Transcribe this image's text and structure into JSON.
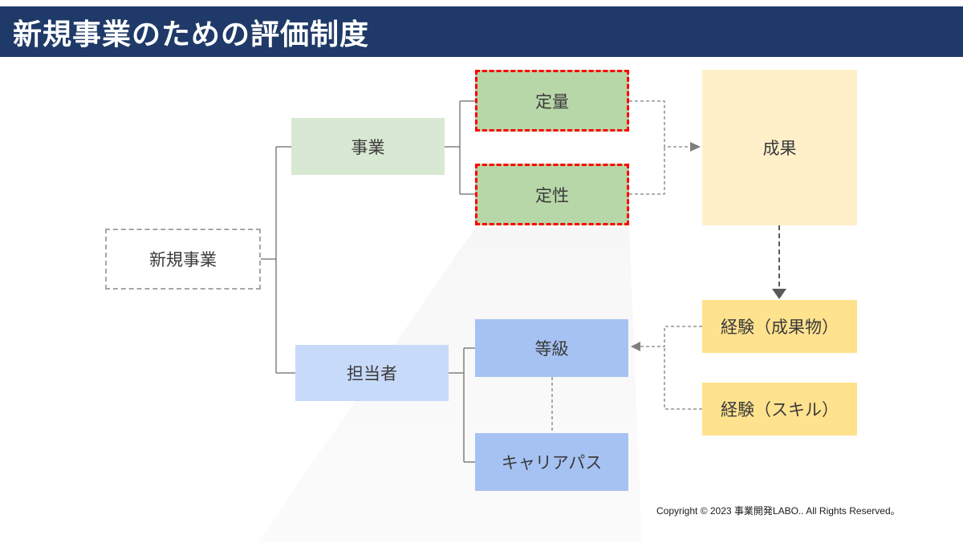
{
  "header": {
    "title": "新規事業のための評価制度"
  },
  "nodes": {
    "shinki": {
      "label": "新規事業"
    },
    "jigyo": {
      "label": "事業"
    },
    "teiryo": {
      "label": "定量"
    },
    "teisei": {
      "label": "定性"
    },
    "seika": {
      "label": "成果"
    },
    "keiken_seikabutsu": {
      "label": "経験（成果物）"
    },
    "keiken_skill": {
      "label": "経験（スキル）"
    },
    "tantosha": {
      "label": "担当者"
    },
    "tokyu": {
      "label": "等級"
    },
    "career_path": {
      "label": "キャリアパス"
    }
  },
  "footer": {
    "copyright": "Copyright © 2023 事業開発LABO.. All Rights Reserved。"
  },
  "colors": {
    "header_bg": "#1f3a68",
    "green_light": "#d8e8d2",
    "green_mid": "#b7d7a8",
    "red_dashed_border": "#fe0000",
    "yellow_light": "#fff0c9",
    "yellow_mid": "#ffe28e",
    "blue_light": "#c7daf9",
    "blue_mid": "#a5c2f2",
    "line_gray": "#7f7f7f",
    "arrow_dark": "#595959",
    "gray_dashed_border": "#a6a6a6"
  }
}
